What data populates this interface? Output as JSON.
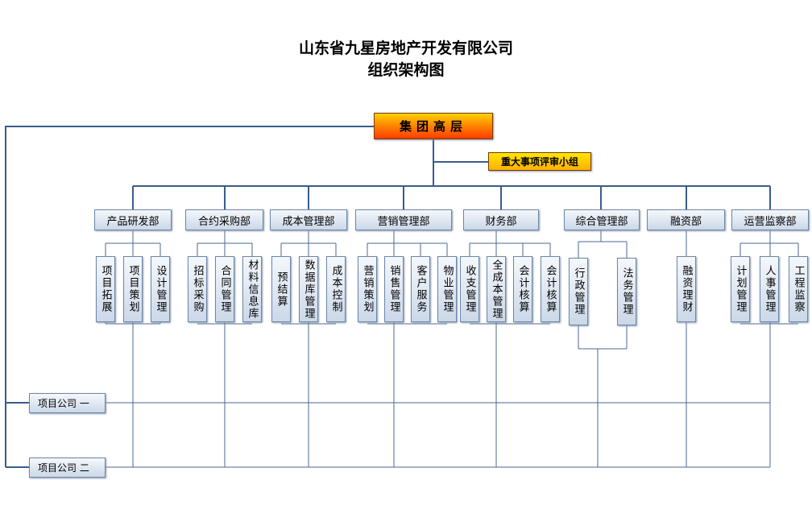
{
  "title": {
    "line1": "山东省九星房地产开发有限公司",
    "line2": "组织架构图"
  },
  "top": {
    "label": "集团高层"
  },
  "review": {
    "label": "重大事项评审小组"
  },
  "departments": [
    {
      "label": "产品研发部",
      "subs": [
        "项目拓展",
        "项目策划",
        "设计管理"
      ]
    },
    {
      "label": "合约采购部",
      "subs": [
        "招标采购",
        "合同管理",
        "材料信息库"
      ]
    },
    {
      "label": "成本管理部",
      "subs": [
        "预结算",
        "数据库管理",
        "成本控制"
      ]
    },
    {
      "label": "营销管理部",
      "subs": [
        "营销策划",
        "销售管理",
        "客户服务",
        "物业管理"
      ]
    },
    {
      "label": "财务部",
      "subs": [
        "收支管理",
        "全成本管理",
        "会计核算",
        "会计核算"
      ]
    },
    {
      "label": "综合管理部",
      "subs": [
        "行政管理",
        "法务管理"
      ]
    },
    {
      "label": "融资部",
      "subs": [
        "融资理财"
      ]
    },
    {
      "label": "运营监察部",
      "subs": [
        "计划管理",
        "人事管理",
        "工程监察"
      ]
    }
  ],
  "project_companies": [
    {
      "label": "项目公司 一"
    },
    {
      "label": "项目公司 二"
    }
  ]
}
